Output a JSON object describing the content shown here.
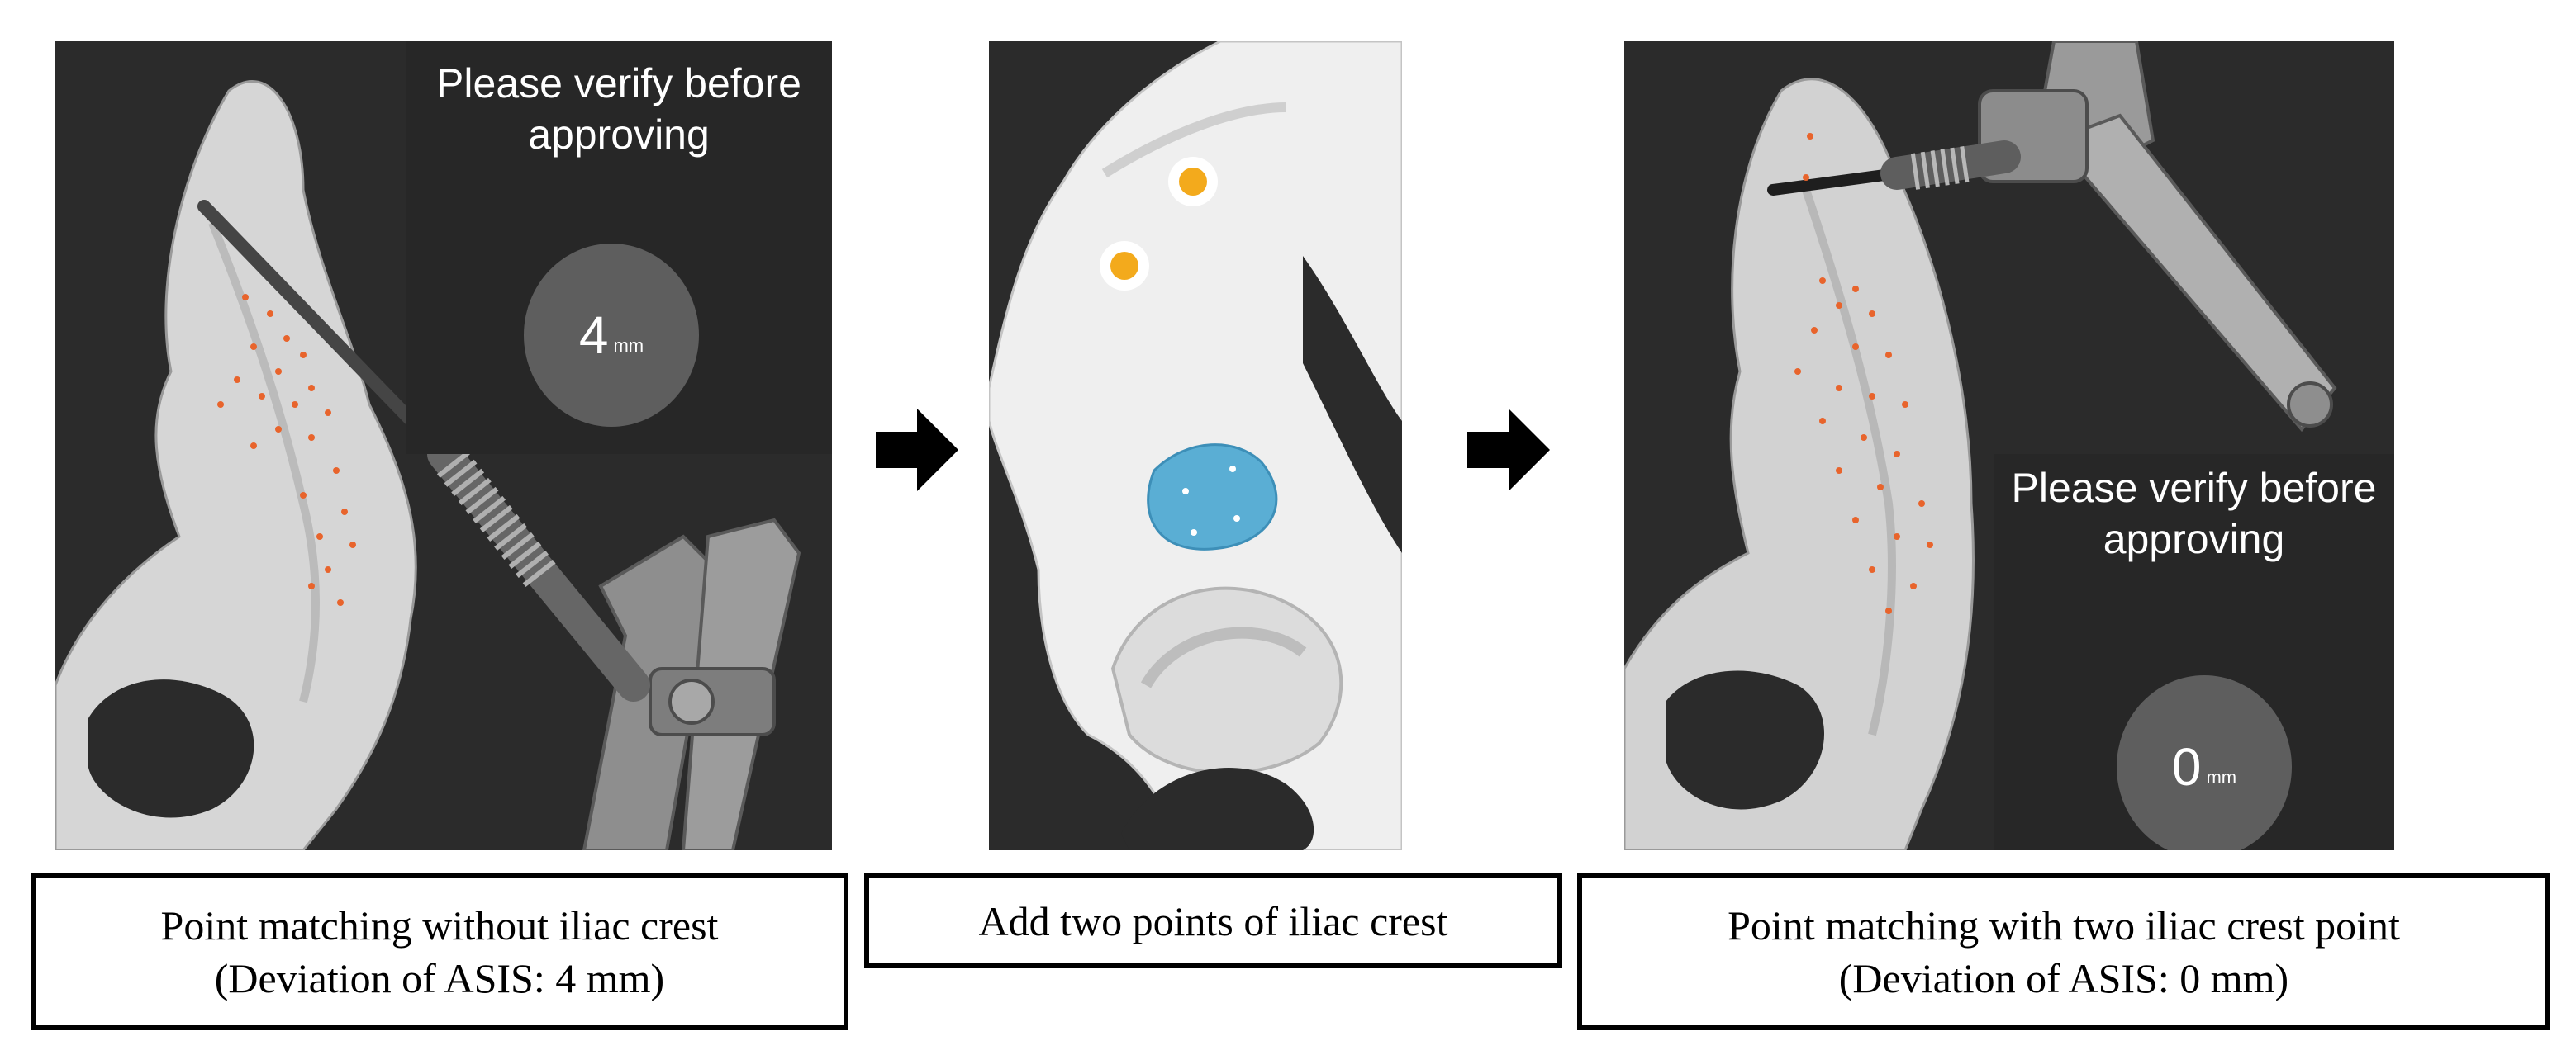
{
  "colors": {
    "panel_background": "#2b2b2b",
    "bone": "#d8d8d8",
    "registration_point": "#e8642c",
    "landmark_point": "#f3aa1c",
    "contact_region": "#5aaed4",
    "readout_circle": "#5e5e5e"
  },
  "icons": {
    "step_arrow": "arrow-right-icon",
    "probe": "probe-icon",
    "robot_arm": "robot-arm-icon"
  },
  "panel_1": {
    "dialog_title": "Please verify before approving",
    "readout_value": "4",
    "readout_unit": "mm"
  },
  "panel_3": {
    "dialog_title": "Please verify before approving",
    "readout_value": "0",
    "readout_unit": "mm"
  },
  "captions": {
    "step_1_line_1": "Point matching without iliac crest",
    "step_1_line_2": "(Deviation of ASIS: 4 mm)",
    "step_2_line_1": "Add two points of iliac crest",
    "step_3_line_1": "Point matching with two iliac crest point",
    "step_3_line_2": "(Deviation of ASIS: 0 mm)"
  }
}
